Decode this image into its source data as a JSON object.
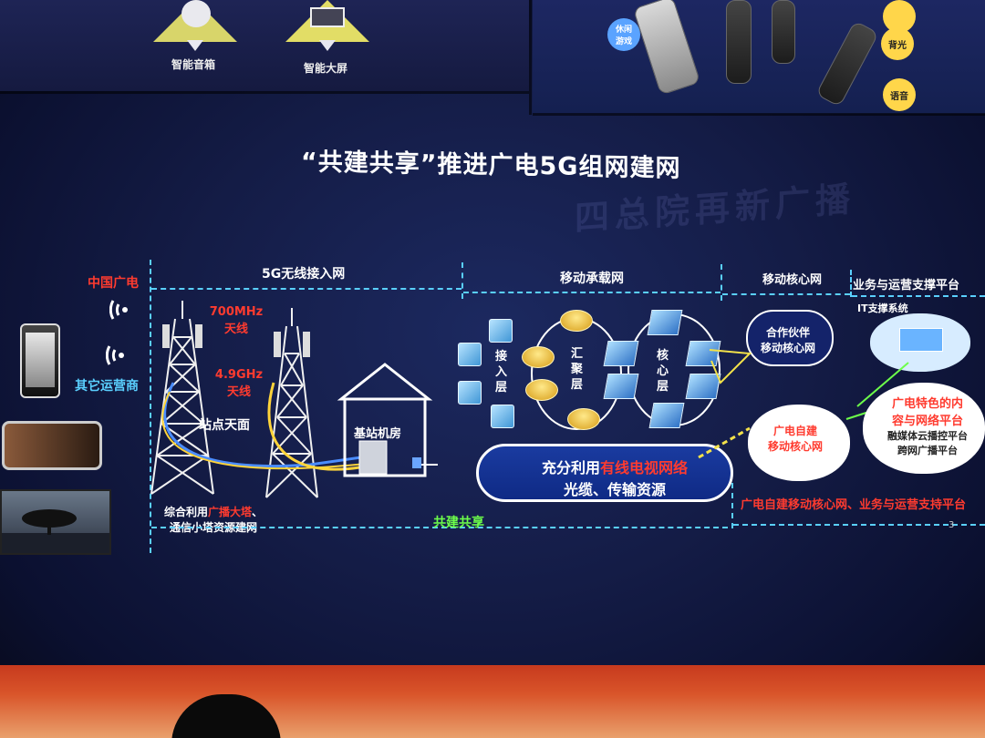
{
  "top_panel": {
    "speaker_label": "智能音箱",
    "screen_label": "智能大屏",
    "badges": [
      "休闲\n游戏",
      "背光",
      "语音"
    ]
  },
  "slide": {
    "title": "“共建共享”推进广电5G组网建网",
    "sections": {
      "radio_access": "5G无线接入网",
      "bearer": "移动承载网",
      "core": "移动核心网",
      "ops_platform": "业务与运营支撑平台"
    },
    "left_labels": {
      "cbn": "中国广电",
      "other_ops": "其它运营商"
    },
    "antennas": {
      "a700_line1": "700MHz",
      "a700_line2": "天线",
      "a49_line1": "4.9GHz",
      "a49_line2": "天线",
      "site_antenna": "站点天面"
    },
    "base_room": "基站机房",
    "bottom_note": {
      "prefix1": "综合利用",
      "highlight": "广播大塔",
      "suffix1": "、",
      "line2": "通信小塔资源建网"
    },
    "layers": {
      "access": "接\n入\n层",
      "aggregation": "汇\n聚\n层",
      "core": "核\n心\n层"
    },
    "cable_cloud": {
      "prefix": "充分利用",
      "highlight": "有线电视网络",
      "line2": "光缆、传输资源"
    },
    "partner_core": "合作伙伴\n移动核心网",
    "own_core": "广电自建\n移动核心网",
    "it_support": "IT支撑系统",
    "feature_platform": {
      "line1": "广电特色的内",
      "line2": "容与网络平台",
      "line3": "融媒体云播控平台",
      "line4": "跨网广播平台"
    },
    "shared_label": "共建共享",
    "own_build_label": "广电自建移动核心网、业务与运营支持平台",
    "page_number": "3"
  },
  "watermark": "四总院再新广播",
  "colors": {
    "red": "#ff3b2f",
    "yellow": "#ffe23a",
    "green": "#6dff4a",
    "dash": "#5ad0ff"
  },
  "toolbar": {
    "icons": [
      "play-icon",
      "pen-icon",
      "windows-icon",
      "zoom-icon",
      "more-icon"
    ]
  }
}
